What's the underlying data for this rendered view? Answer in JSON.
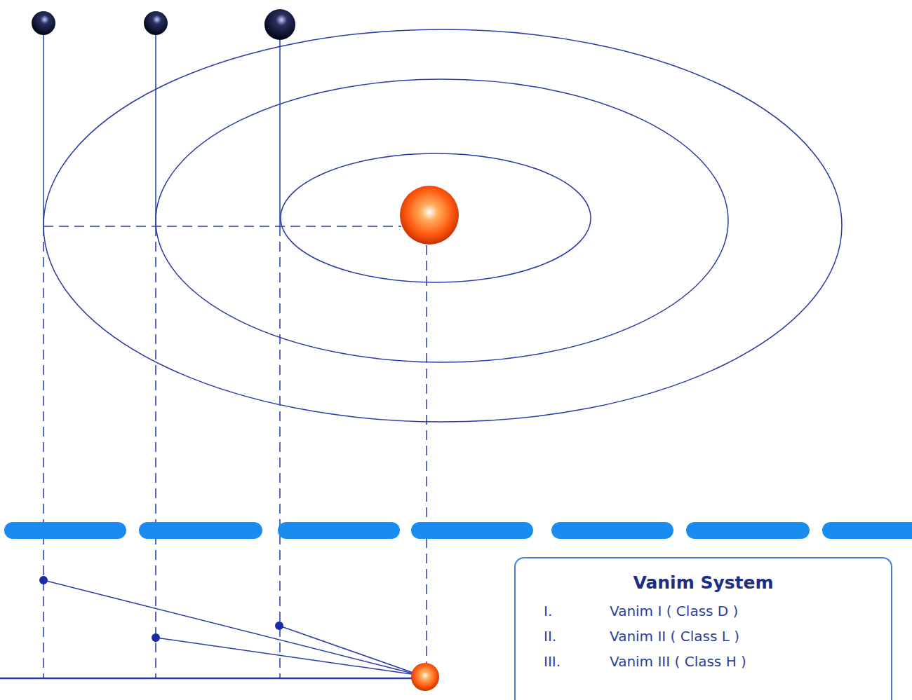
{
  "diagram": {
    "nodes": [
      {
        "text": [
          "Vanim System",
          "I.",
          "Vanim I ( Class D )",
          "II.",
          "Vanim II ( Class L )",
          "III.",
          "Vanim III ( Class H )"
        ]
      }
    ]
  }
}
